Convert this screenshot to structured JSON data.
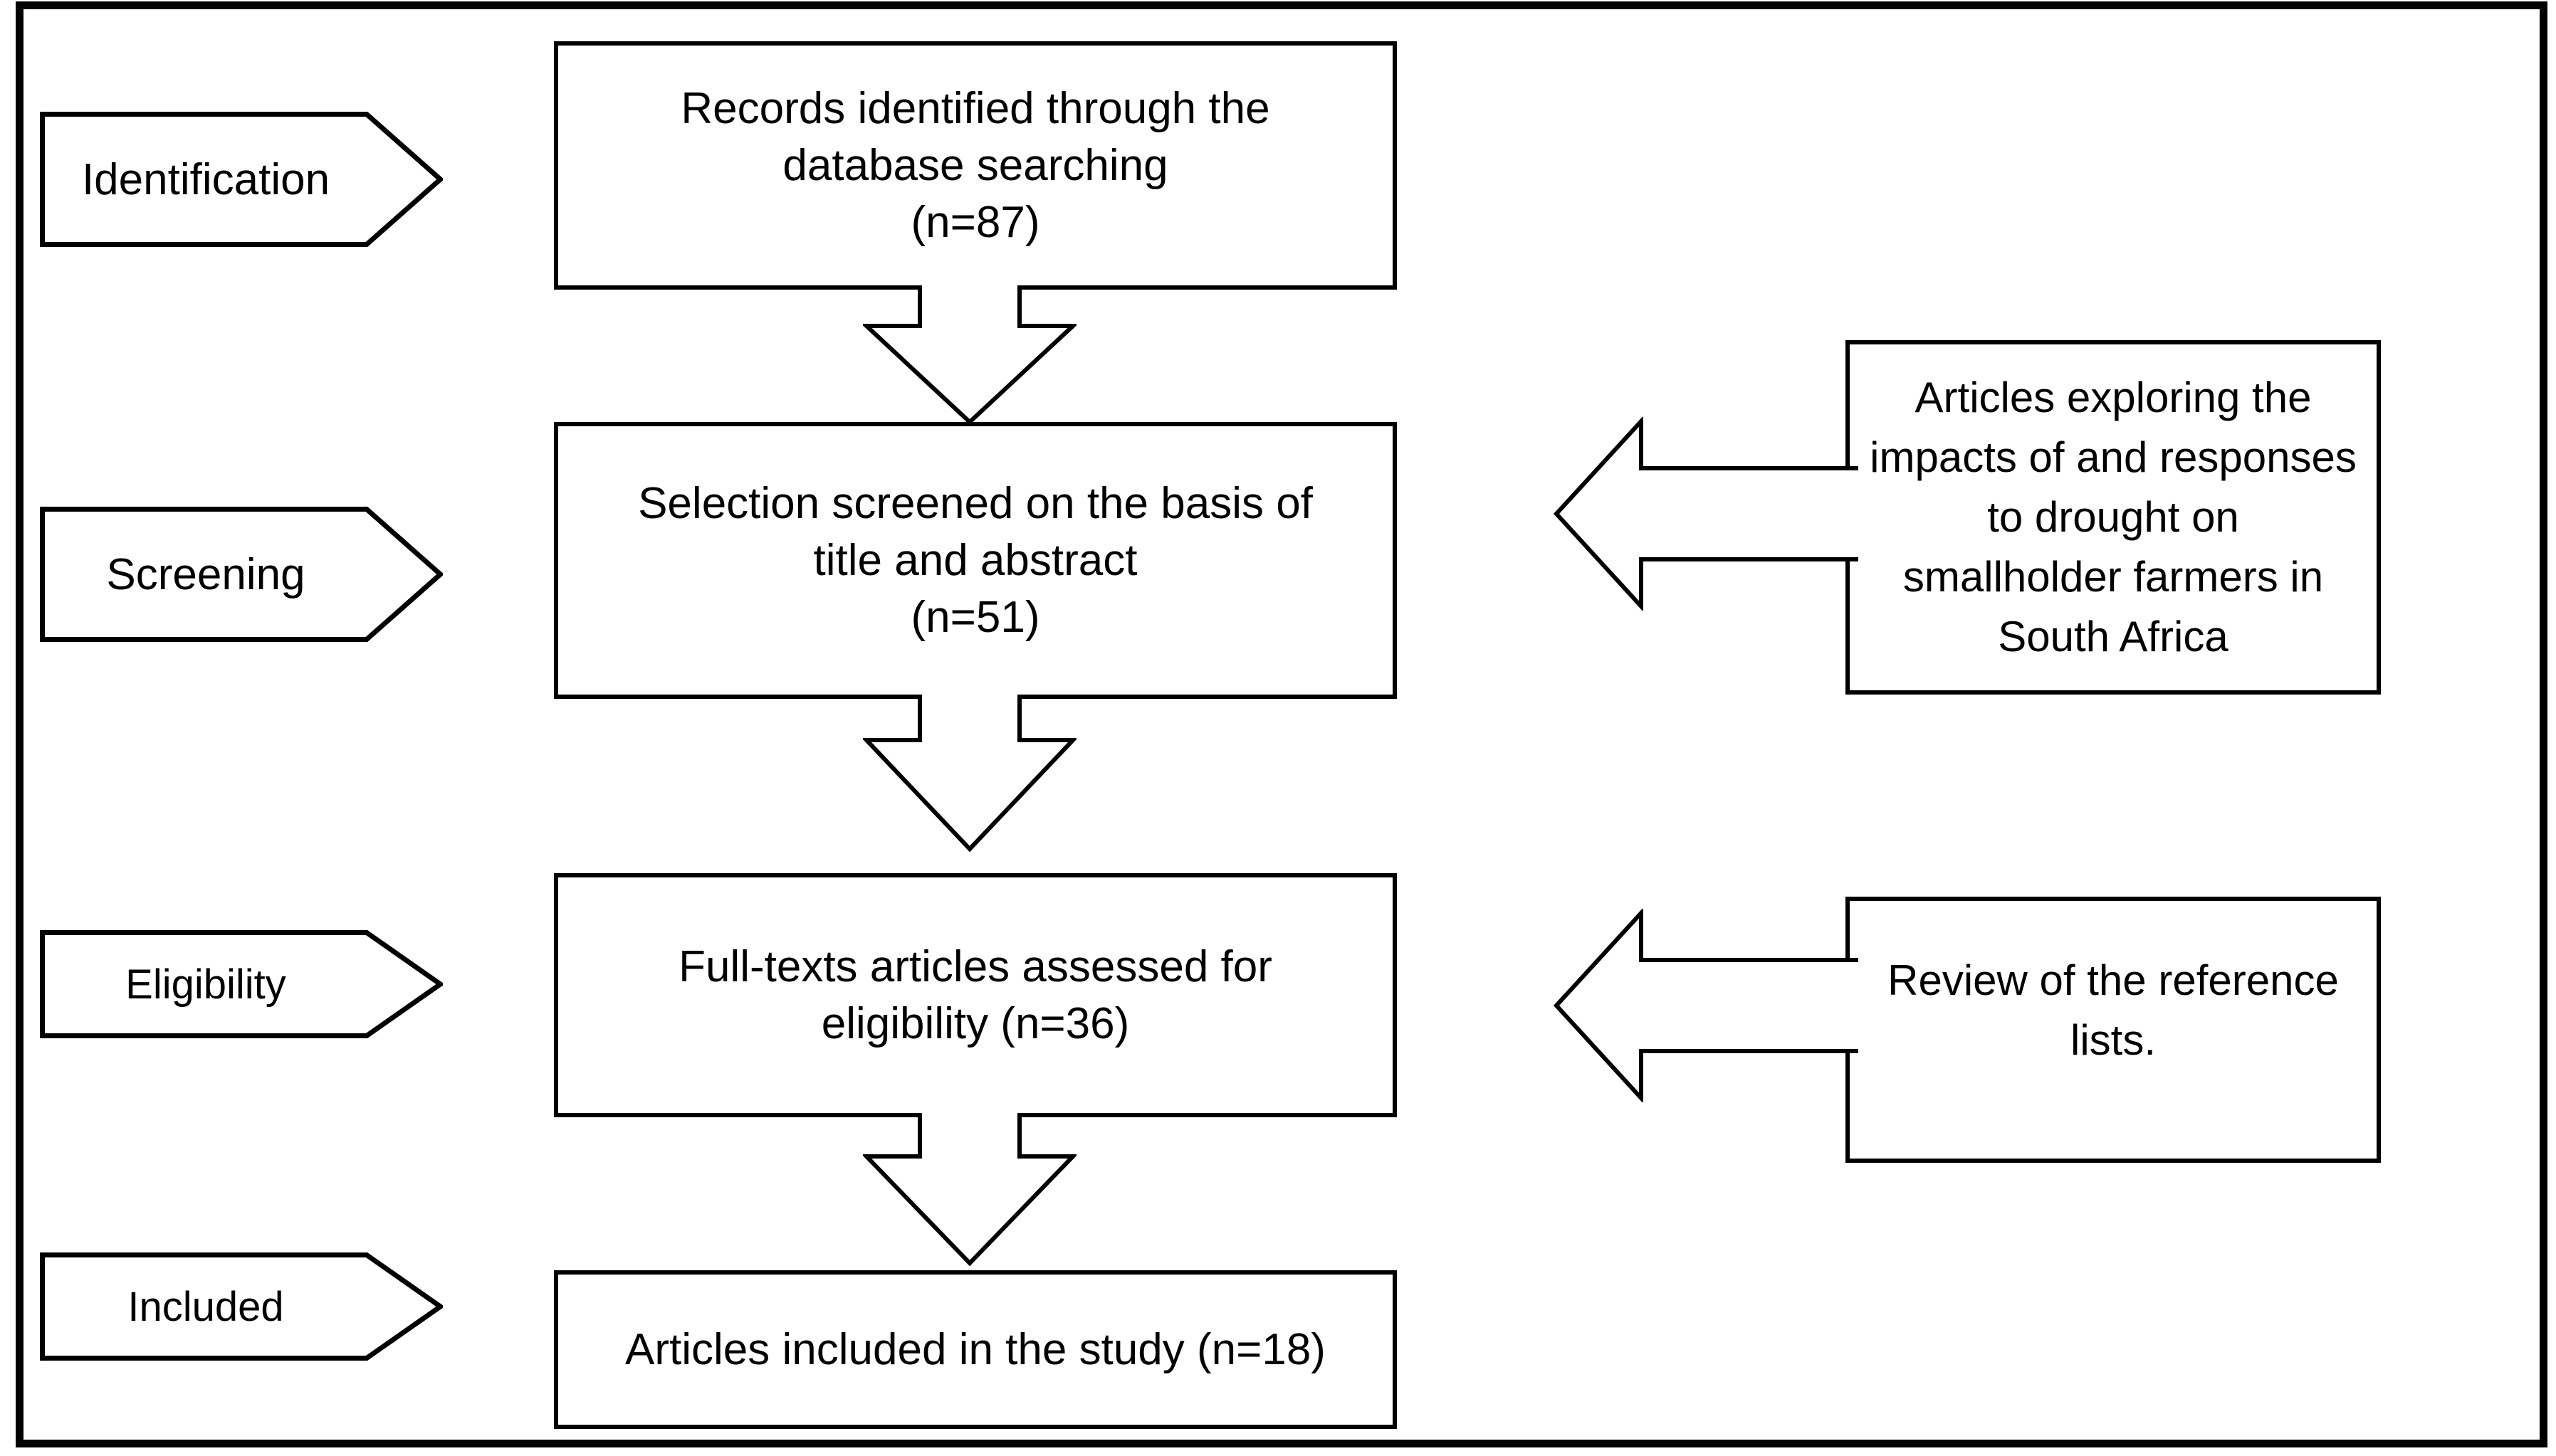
{
  "colors": {
    "line": "#000000",
    "background": "#ffffff"
  },
  "stages": [
    {
      "label": "Identification"
    },
    {
      "label": "Screening"
    },
    {
      "label": "Eligibility"
    },
    {
      "label": "Included"
    }
  ],
  "flow_boxes": [
    {
      "lines": [
        "Records identified through the",
        "database searching",
        "(n=87)"
      ]
    },
    {
      "lines": [
        "Selection screened on the basis of",
        "title and abstract",
        "(n=51)"
      ]
    },
    {
      "lines": [
        "Full-texts articles assessed for",
        "eligibility (n=36)"
      ]
    },
    {
      "lines": [
        "Articles included in the study (n=18)"
      ]
    }
  ],
  "side_notes": [
    {
      "lines": [
        "Articles exploring the",
        "impacts of and responses",
        "to drought on",
        "smallholder farmers in",
        "South Africa"
      ]
    },
    {
      "lines": [
        "Review of the reference",
        "lists."
      ]
    }
  ]
}
